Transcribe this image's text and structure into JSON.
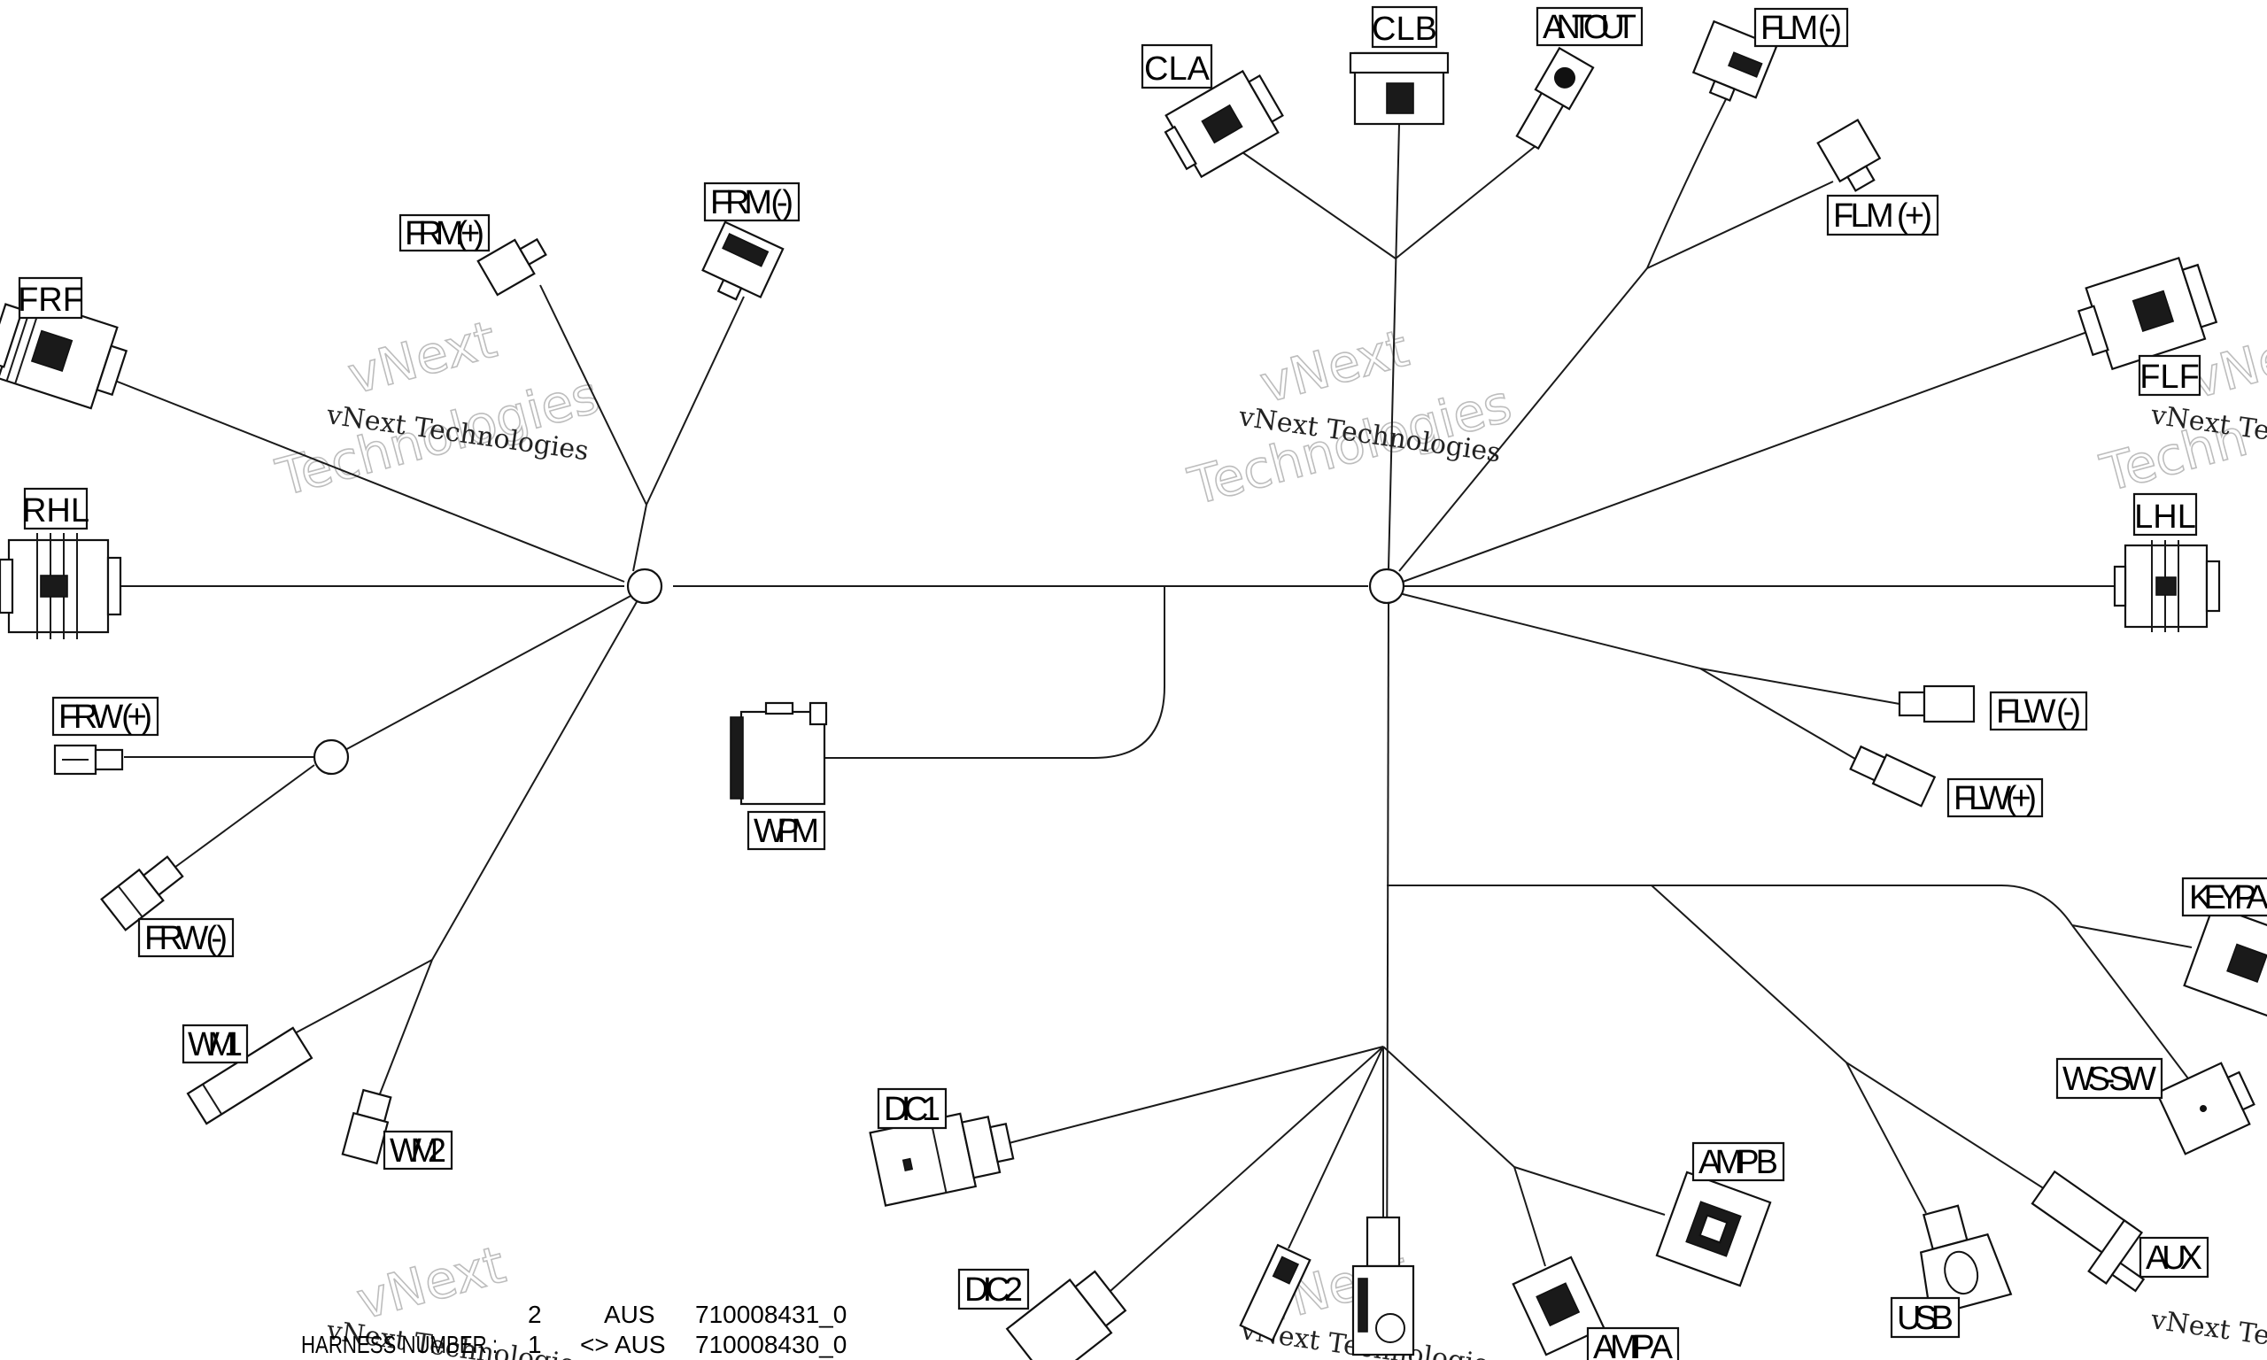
{
  "labels": {
    "frf": "FRF",
    "rhl": "RHL",
    "frm_plus": "FRM(+)",
    "frm_minus": "FRM (-)",
    "frw_plus": "FRW (+)",
    "frw_minus": "FRW (-)",
    "wm1": "WM1",
    "wm2": "WM2",
    "wpm": "WPM",
    "cla": "CLA",
    "clb": "CLB",
    "ant_out": "ANT OUT",
    "flm_minus": "FLM (-)",
    "flm_plus": "FLM (+)",
    "flf": "FLF",
    "lhl": "LHL",
    "flw_minus": "FLW (-)",
    "flw_plus": "FLW(+)",
    "key_pad": "KEY PA",
    "ws_sw": "WS-SW",
    "aux": "AUX",
    "usb": "USB",
    "amp_b": "AMP B",
    "amp_a": "AMP A",
    "dic1": "DIC1",
    "dic2": "DIC2"
  },
  "watermark": {
    "big_line1": "vNext",
    "big_line2": "Technologies",
    "small": "vNext Technologies",
    "edge_small": "vNext Te",
    "edge_big1": "vNe",
    "edge_big2": "Techn"
  },
  "footer": {
    "harness_label": "HARNESS NUMBER :",
    "row1": {
      "number": "2",
      "market": "AUS",
      "part": "710008431_0"
    },
    "row2": {
      "number": "1",
      "relation": "<> AUS",
      "part": "710008430_0"
    }
  }
}
